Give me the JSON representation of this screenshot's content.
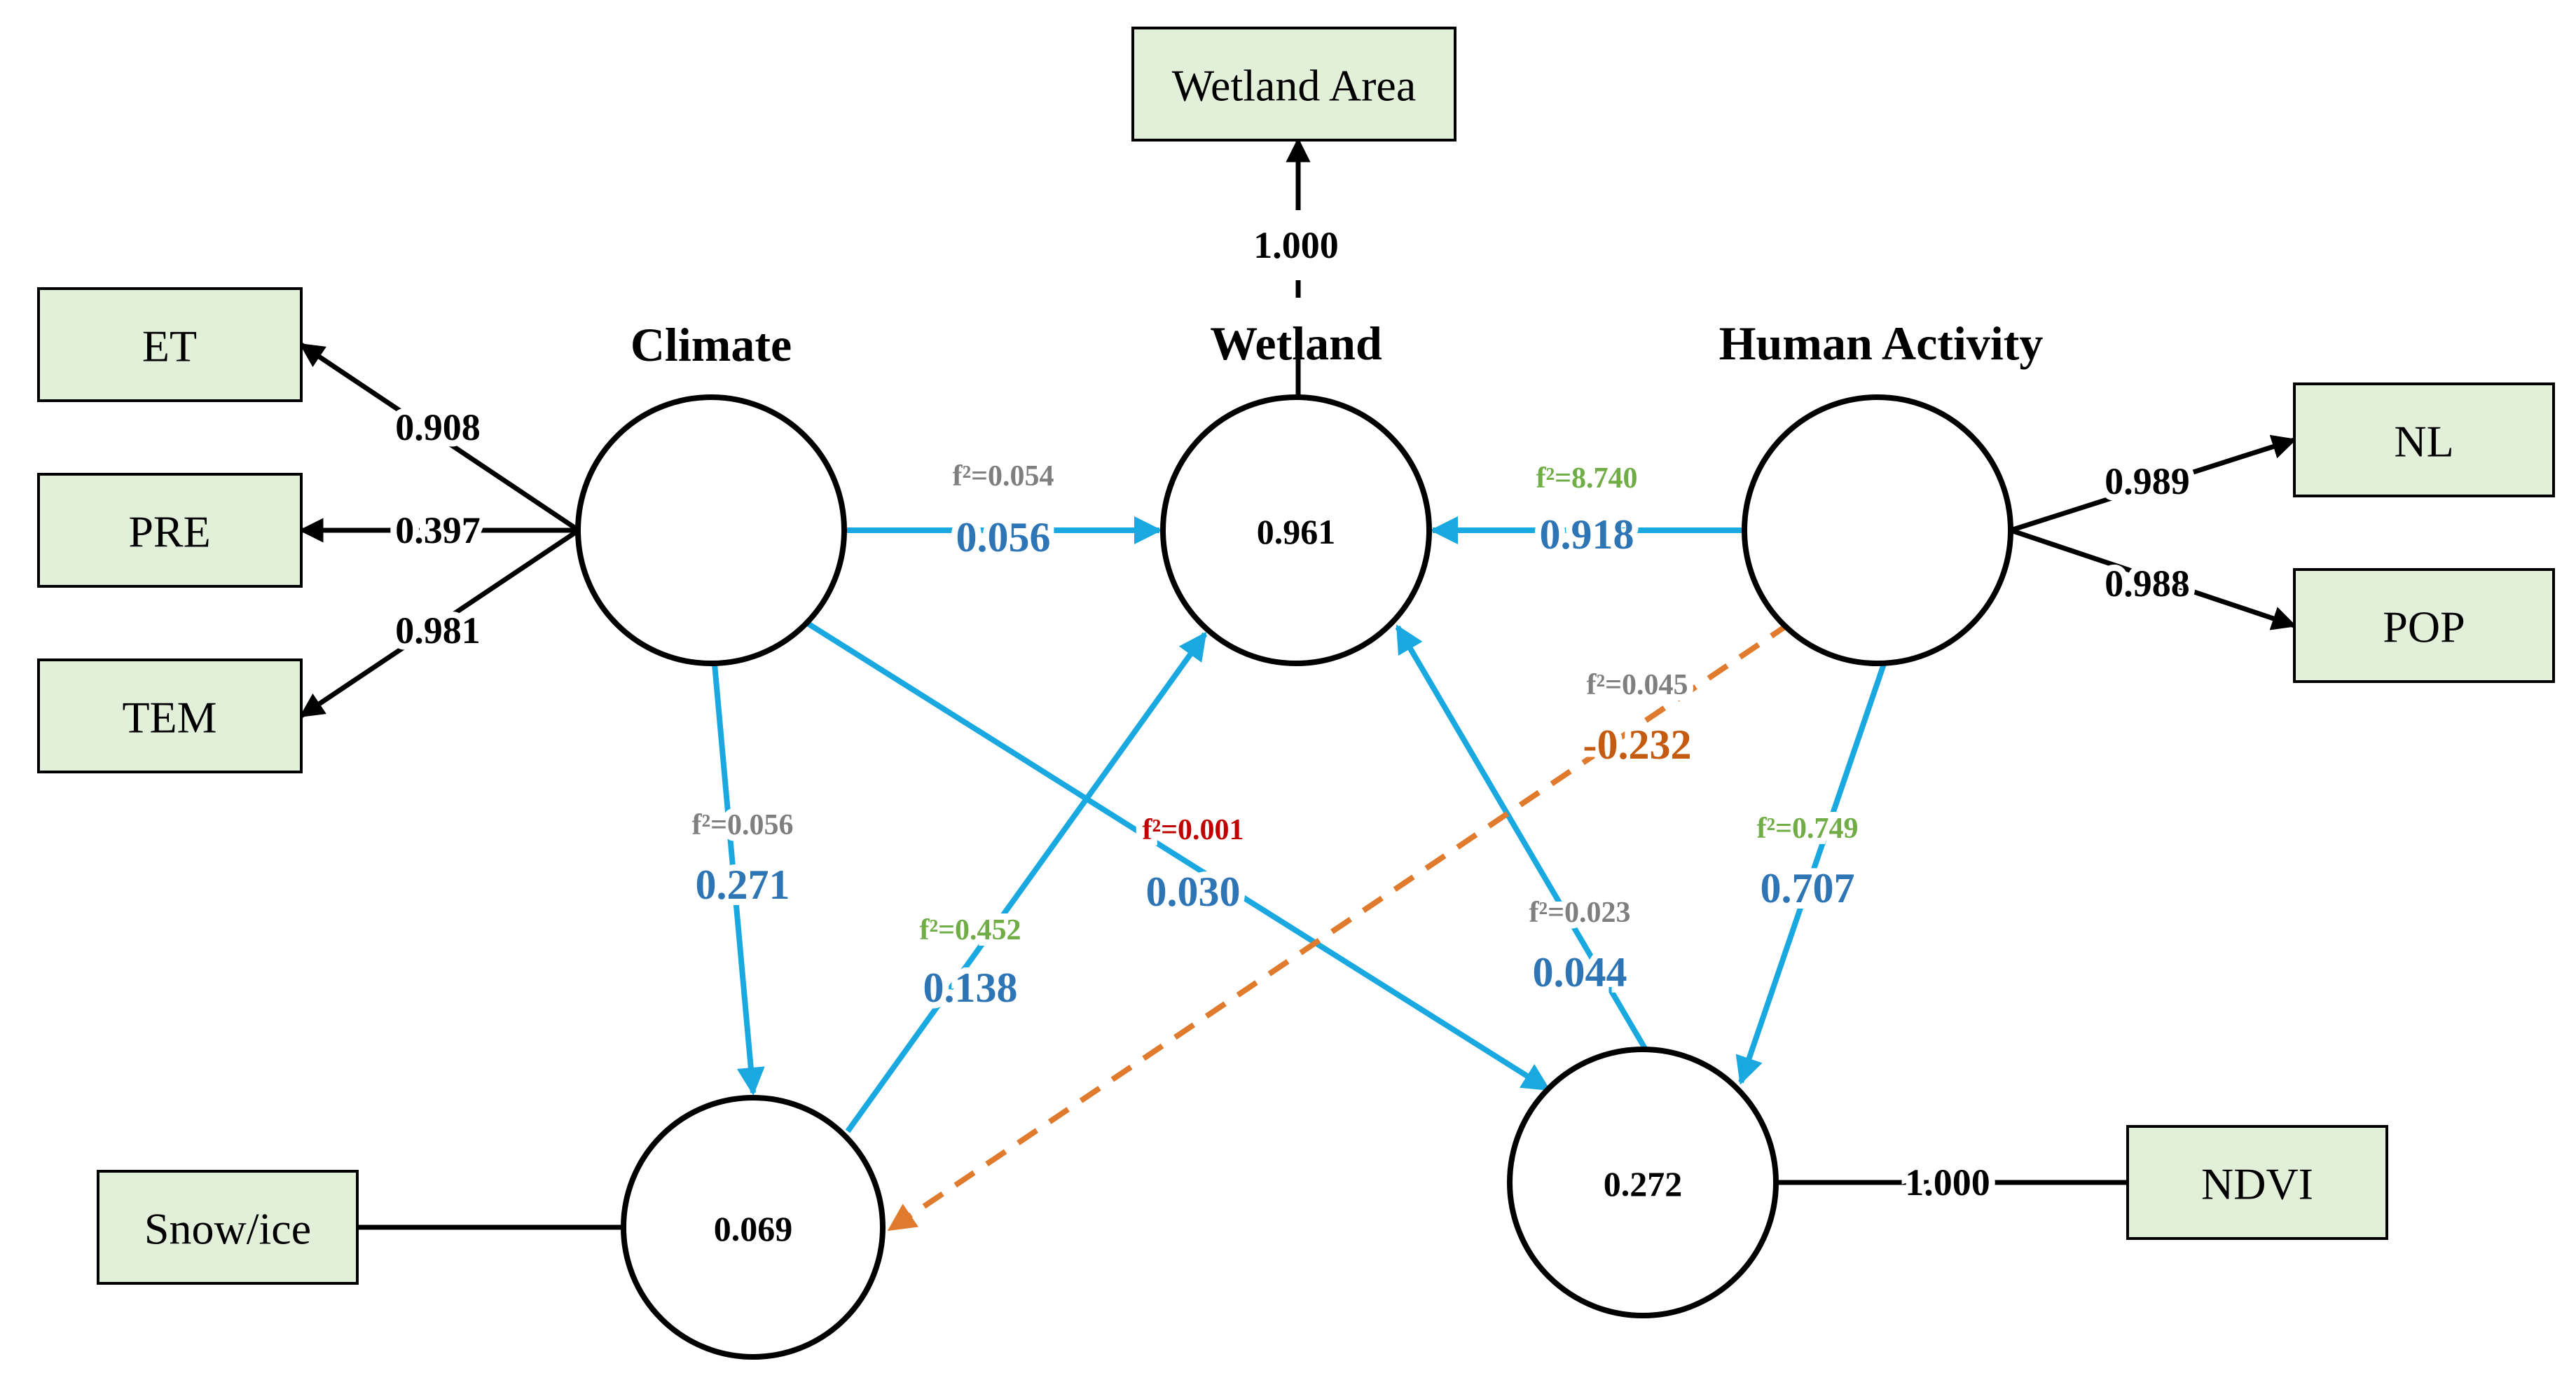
{
  "colors": {
    "box_fill": "#e2efd9",
    "path_blue": "#1aa8e0",
    "coef_blue": "#2e75b6",
    "coef_orange": "#c55a11",
    "f2_gray": "#7f7f7f",
    "f2_green": "#70ad47",
    "f2_red": "#c00000"
  },
  "constructs": {
    "climate": {
      "title": "Climate",
      "r2": ""
    },
    "wetland": {
      "title": "Wetland",
      "r2": "0.961"
    },
    "human_activity": {
      "title": "Human Activity",
      "r2": ""
    },
    "snow_ice": {
      "r2": "0.069"
    },
    "ndvi": {
      "r2": "0.272"
    }
  },
  "indicators": {
    "wetland_area": "Wetland Area",
    "et": "ET",
    "pre": "PRE",
    "tem": "TEM",
    "nl": "NL",
    "pop": "POP",
    "snow_ice": "Snow/ice",
    "ndvi": "NDVI"
  },
  "loadings": {
    "wetland_area": "1.000",
    "et": "0.908",
    "pre": "0.397",
    "tem": "0.981",
    "nl": "0.989",
    "pop": "0.988",
    "ndvi": "1.000"
  },
  "paths": {
    "climate_wetland": {
      "f2": "f²=0.054",
      "coef": "0.056",
      "f2_color": "gray"
    },
    "human_wetland": {
      "f2": "f²=8.740",
      "coef": "0.918",
      "f2_color": "green"
    },
    "climate_snow": {
      "f2": "f²=0.056",
      "coef": "0.271",
      "f2_color": "gray"
    },
    "snow_wetland": {
      "f2": "f²=0.452",
      "coef": "0.138",
      "f2_color": "green"
    },
    "climate_ndvi": {
      "f2": "f²=0.001",
      "coef": "0.030",
      "f2_color": "red"
    },
    "ndvi_wetland": {
      "f2": "f²=0.023",
      "coef": "0.044",
      "f2_color": "gray"
    },
    "human_snow": {
      "f2": "f²=0.045",
      "coef": "-0.232",
      "f2_color": "gray"
    },
    "human_ndvi": {
      "f2": "f²=0.749",
      "coef": "0.707",
      "f2_color": "green"
    }
  }
}
